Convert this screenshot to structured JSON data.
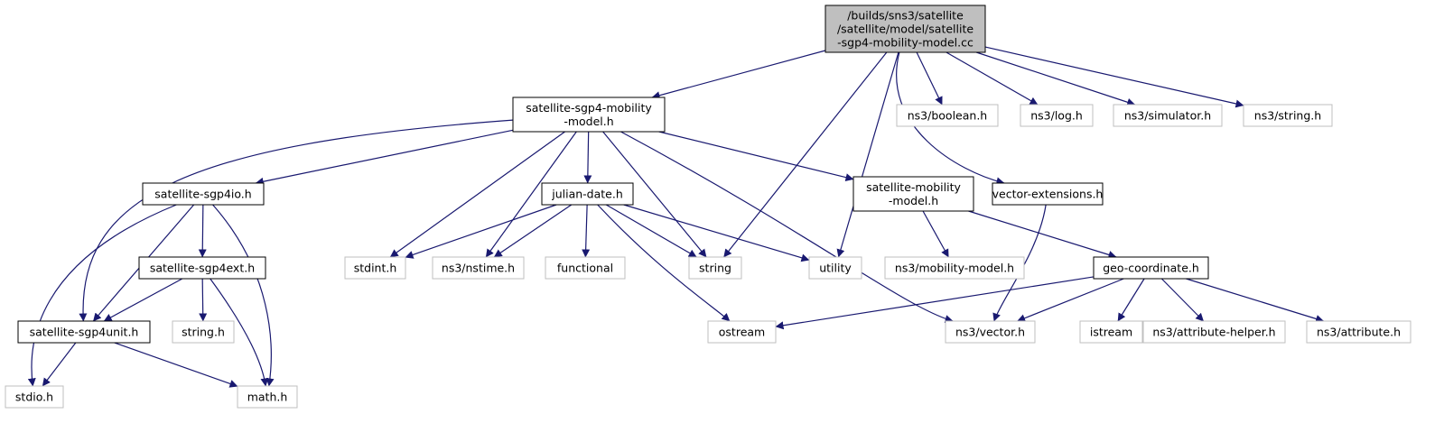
{
  "colors": {
    "edge": "#191970",
    "root_fill": "#bfbfbf",
    "root_stroke": "#000000",
    "node_stroke": "#000000",
    "external_stroke": "#bfbfbf",
    "background": "#ffffff"
  },
  "nodes": {
    "root": {
      "lines": [
        "/builds/sns3/satellite",
        "/satellite/model/satellite",
        "-sgp4-mobility-model.cc"
      ],
      "kind": "root"
    },
    "sgp4_mobility_model_h": {
      "lines": [
        "satellite-sgp4-mobility",
        "-model.h"
      ],
      "kind": "internal"
    },
    "ns3_boolean": {
      "lines": [
        "ns3/boolean.h"
      ],
      "kind": "external"
    },
    "ns3_log": {
      "lines": [
        "ns3/log.h"
      ],
      "kind": "external"
    },
    "ns3_simulator": {
      "lines": [
        "ns3/simulator.h"
      ],
      "kind": "external"
    },
    "ns3_string": {
      "lines": [
        "ns3/string.h"
      ],
      "kind": "external"
    },
    "sgp4io": {
      "lines": [
        "satellite-sgp4io.h"
      ],
      "kind": "internal"
    },
    "julian_date": {
      "lines": [
        "julian-date.h"
      ],
      "kind": "internal"
    },
    "mobility_model_h": {
      "lines": [
        "satellite-mobility",
        "-model.h"
      ],
      "kind": "internal"
    },
    "vector_extensions": {
      "lines": [
        "vector-extensions.h"
      ],
      "kind": "internal"
    },
    "sgp4ext": {
      "lines": [
        "satellite-sgp4ext.h"
      ],
      "kind": "internal"
    },
    "stdint": {
      "lines": [
        "stdint.h"
      ],
      "kind": "external"
    },
    "ns3_nstime": {
      "lines": [
        "ns3/nstime.h"
      ],
      "kind": "external"
    },
    "functional": {
      "lines": [
        "functional"
      ],
      "kind": "external"
    },
    "string": {
      "lines": [
        "string"
      ],
      "kind": "external"
    },
    "utility": {
      "lines": [
        "utility"
      ],
      "kind": "external"
    },
    "ns3_mobility_model": {
      "lines": [
        "ns3/mobility-model.h"
      ],
      "kind": "external"
    },
    "geo_coordinate": {
      "lines": [
        "geo-coordinate.h"
      ],
      "kind": "internal"
    },
    "sgp4unit": {
      "lines": [
        "satellite-sgp4unit.h"
      ],
      "kind": "internal"
    },
    "string_h": {
      "lines": [
        "string.h"
      ],
      "kind": "external"
    },
    "ostream": {
      "lines": [
        "ostream"
      ],
      "kind": "external"
    },
    "ns3_vector": {
      "lines": [
        "ns3/vector.h"
      ],
      "kind": "external"
    },
    "istream": {
      "lines": [
        "istream"
      ],
      "kind": "external"
    },
    "ns3_attribute_helper": {
      "lines": [
        "ns3/attribute-helper.h"
      ],
      "kind": "external"
    },
    "ns3_attribute": {
      "lines": [
        "ns3/attribute.h"
      ],
      "kind": "external"
    },
    "stdio": {
      "lines": [
        "stdio.h"
      ],
      "kind": "external"
    },
    "math": {
      "lines": [
        "math.h"
      ],
      "kind": "external"
    }
  },
  "edges": [
    [
      "root",
      "sgp4_mobility_model_h"
    ],
    [
      "root",
      "string"
    ],
    [
      "root",
      "utility"
    ],
    [
      "root",
      "vector_extensions"
    ],
    [
      "root",
      "ns3_boolean"
    ],
    [
      "root",
      "ns3_log"
    ],
    [
      "root",
      "ns3_simulator"
    ],
    [
      "root",
      "ns3_string"
    ],
    [
      "sgp4_mobility_model_h",
      "sgp4io"
    ],
    [
      "sgp4_mobility_model_h",
      "sgp4unit"
    ],
    [
      "sgp4_mobility_model_h",
      "julian_date"
    ],
    [
      "sgp4_mobility_model_h",
      "stdint"
    ],
    [
      "sgp4_mobility_model_h",
      "ns3_nstime"
    ],
    [
      "sgp4_mobility_model_h",
      "string"
    ],
    [
      "sgp4_mobility_model_h",
      "ns3_vector"
    ],
    [
      "sgp4_mobility_model_h",
      "mobility_model_h"
    ],
    [
      "sgp4io",
      "sgp4ext"
    ],
    [
      "sgp4io",
      "sgp4unit"
    ],
    [
      "sgp4io",
      "stdio"
    ],
    [
      "sgp4io",
      "math"
    ],
    [
      "sgp4ext",
      "sgp4unit"
    ],
    [
      "sgp4ext",
      "string_h"
    ],
    [
      "sgp4ext",
      "math"
    ],
    [
      "sgp4unit",
      "stdio"
    ],
    [
      "sgp4unit",
      "math"
    ],
    [
      "julian_date",
      "stdint"
    ],
    [
      "julian_date",
      "ns3_nstime"
    ],
    [
      "julian_date",
      "functional"
    ],
    [
      "julian_date",
      "string"
    ],
    [
      "julian_date",
      "utility"
    ],
    [
      "julian_date",
      "ostream"
    ],
    [
      "mobility_model_h",
      "ns3_mobility_model"
    ],
    [
      "mobility_model_h",
      "geo_coordinate"
    ],
    [
      "vector_extensions",
      "ns3_vector"
    ],
    [
      "geo_coordinate",
      "ostream"
    ],
    [
      "geo_coordinate",
      "ns3_vector"
    ],
    [
      "geo_coordinate",
      "istream"
    ],
    [
      "geo_coordinate",
      "ns3_attribute_helper"
    ],
    [
      "geo_coordinate",
      "ns3_attribute"
    ]
  ]
}
